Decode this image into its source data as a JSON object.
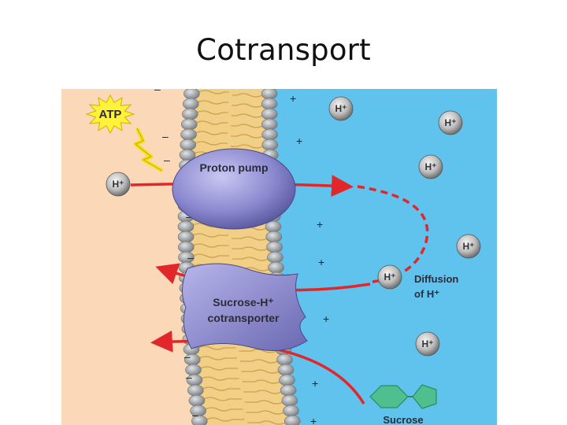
{
  "slide": {
    "title": "Cotransport"
  },
  "diagram": {
    "atp_label": "ATP",
    "proton_pump_label": "Proton pump",
    "cotransporter_label_line1": "Sucrose-H⁺",
    "cotransporter_label_line2": "cotransporter",
    "diffusion_label_line1": "Diffusion",
    "diffusion_label_line2": "of H⁺",
    "sucrose_label": "Sucrose",
    "ion_label": "H⁺",
    "negative_sign": "–",
    "positive_sign": "+",
    "colors": {
      "cytoplasm": "#fbd8b8",
      "exterior": "#5fc3ee",
      "protein": "#8c8ad0",
      "arrow": "#e2272b",
      "sucrose": "#4fbf8f",
      "lipid_head": "#9fa4a8"
    }
  }
}
